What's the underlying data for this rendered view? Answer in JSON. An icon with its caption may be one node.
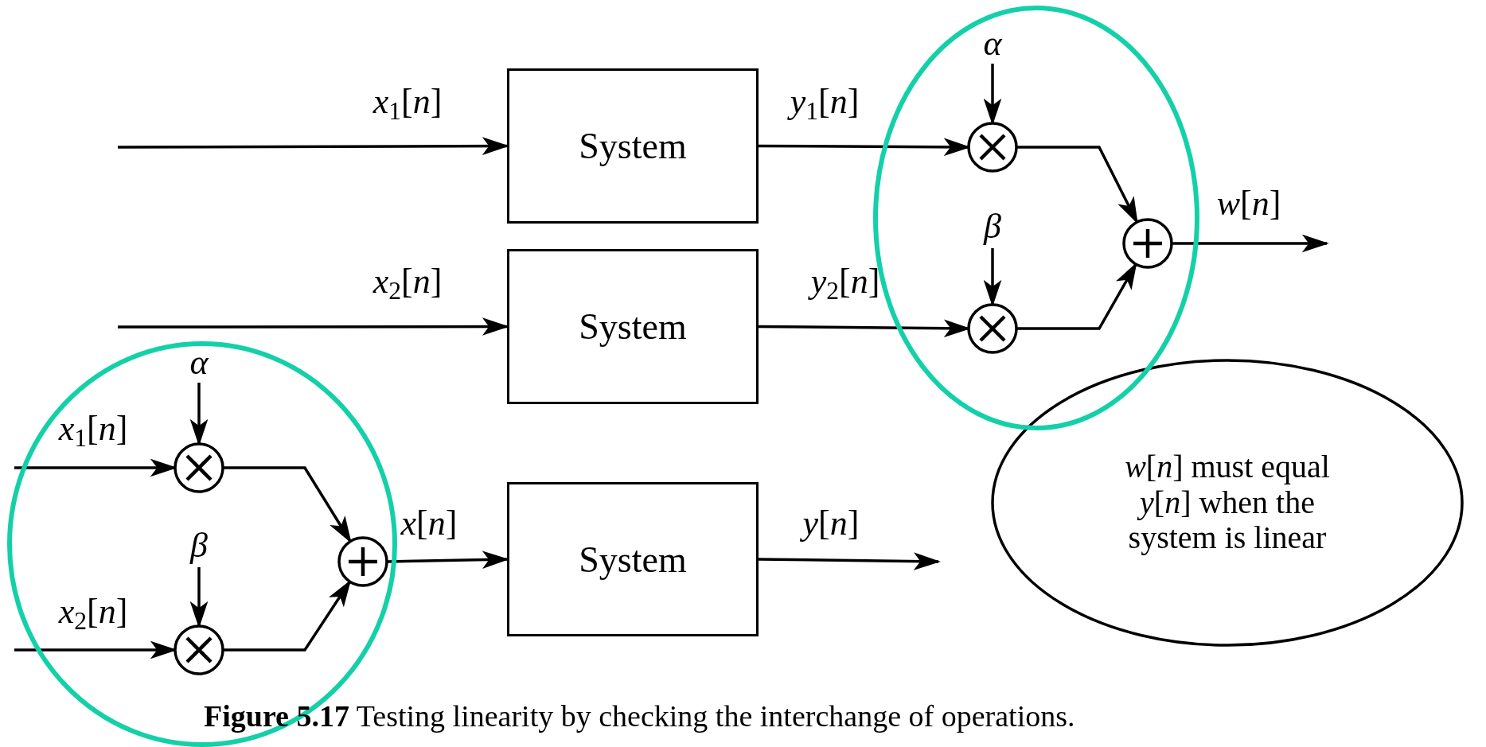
{
  "diagram": {
    "caption": "**Figure 5.17** Testing linearity by checking the interchange of operations.",
    "nodes": [
      {
        "text": [
          "System"
        ]
      },
      {
        "text": [
          "α"
        ]
      },
      {
        "text": [],
        "shape": "circle"
      },
      {
        "text": [
          "System"
        ]
      },
      {
        "text": [
          "β"
        ]
      },
      {
        "text": [],
        "shape": "circle"
      },
      {
        "text": [],
        "shape": "circle"
      },
      {
        "text": [
          "α"
        ]
      },
      {
        "text": [],
        "shape": "circle"
      },
      {
        "text": [
          "β"
        ]
      },
      {
        "text": [],
        "shape": "circle"
      },
      {
        "text": [],
        "shape": "circle"
      },
      {
        "text": [
          "System"
        ]
      },
      {
        "text": [
          "*w*[*n*] must equal *y*[*n*] when the system is linear"
        ]
      }
    ],
    "edges": [
      {
        "from": null,
        "to": 0,
        "arrow": "to",
        "label": "*x*$_{1}$[*n*]"
      },
      {
        "from": 0,
        "to": 2,
        "arrow": "to",
        "label": "*y*$_{1}$[*n*]"
      },
      {
        "from": null,
        "to": 3,
        "arrow": "to",
        "label": "*x*$_{2}$[*n*]"
      },
      {
        "from": 3,
        "to": 5,
        "arrow": "to",
        "label": "*y*$_{2}$[*n*]"
      },
      {
        "from": 1,
        "to": 2,
        "arrow": "to"
      },
      {
        "from": 4,
        "to": 5,
        "arrow": "to"
      },
      {
        "from": 2,
        "to": 6,
        "arrow": "to"
      },
      {
        "from": 5,
        "to": 6,
        "arrow": "to"
      },
      {
        "from": 6,
        "to": null,
        "arrow": "to",
        "label": "*w*[*n*]"
      },
      {
        "from": null,
        "to": 8,
        "arrow": "to",
        "label": "*x*$_{1}$[*n*]"
      },
      {
        "from": 7,
        "to": 8,
        "arrow": "to"
      },
      {
        "from": null,
        "to": 10,
        "arrow": "to",
        "label": "*x*$_{2}$[*n*]"
      },
      {
        "from": 9,
        "to": 10,
        "arrow": "to"
      },
      {
        "from": 8,
        "to": 11,
        "arrow": "to"
      },
      {
        "from": 10,
        "to": 11,
        "arrow": "to"
      },
      {
        "from": 11,
        "to": 12,
        "arrow": "to",
        "label": "*x*[*n*]"
      },
      {
        "from": 12,
        "to": null,
        "arrow": "to",
        "label": "*y*[*n*]"
      }
    ]
  }
}
